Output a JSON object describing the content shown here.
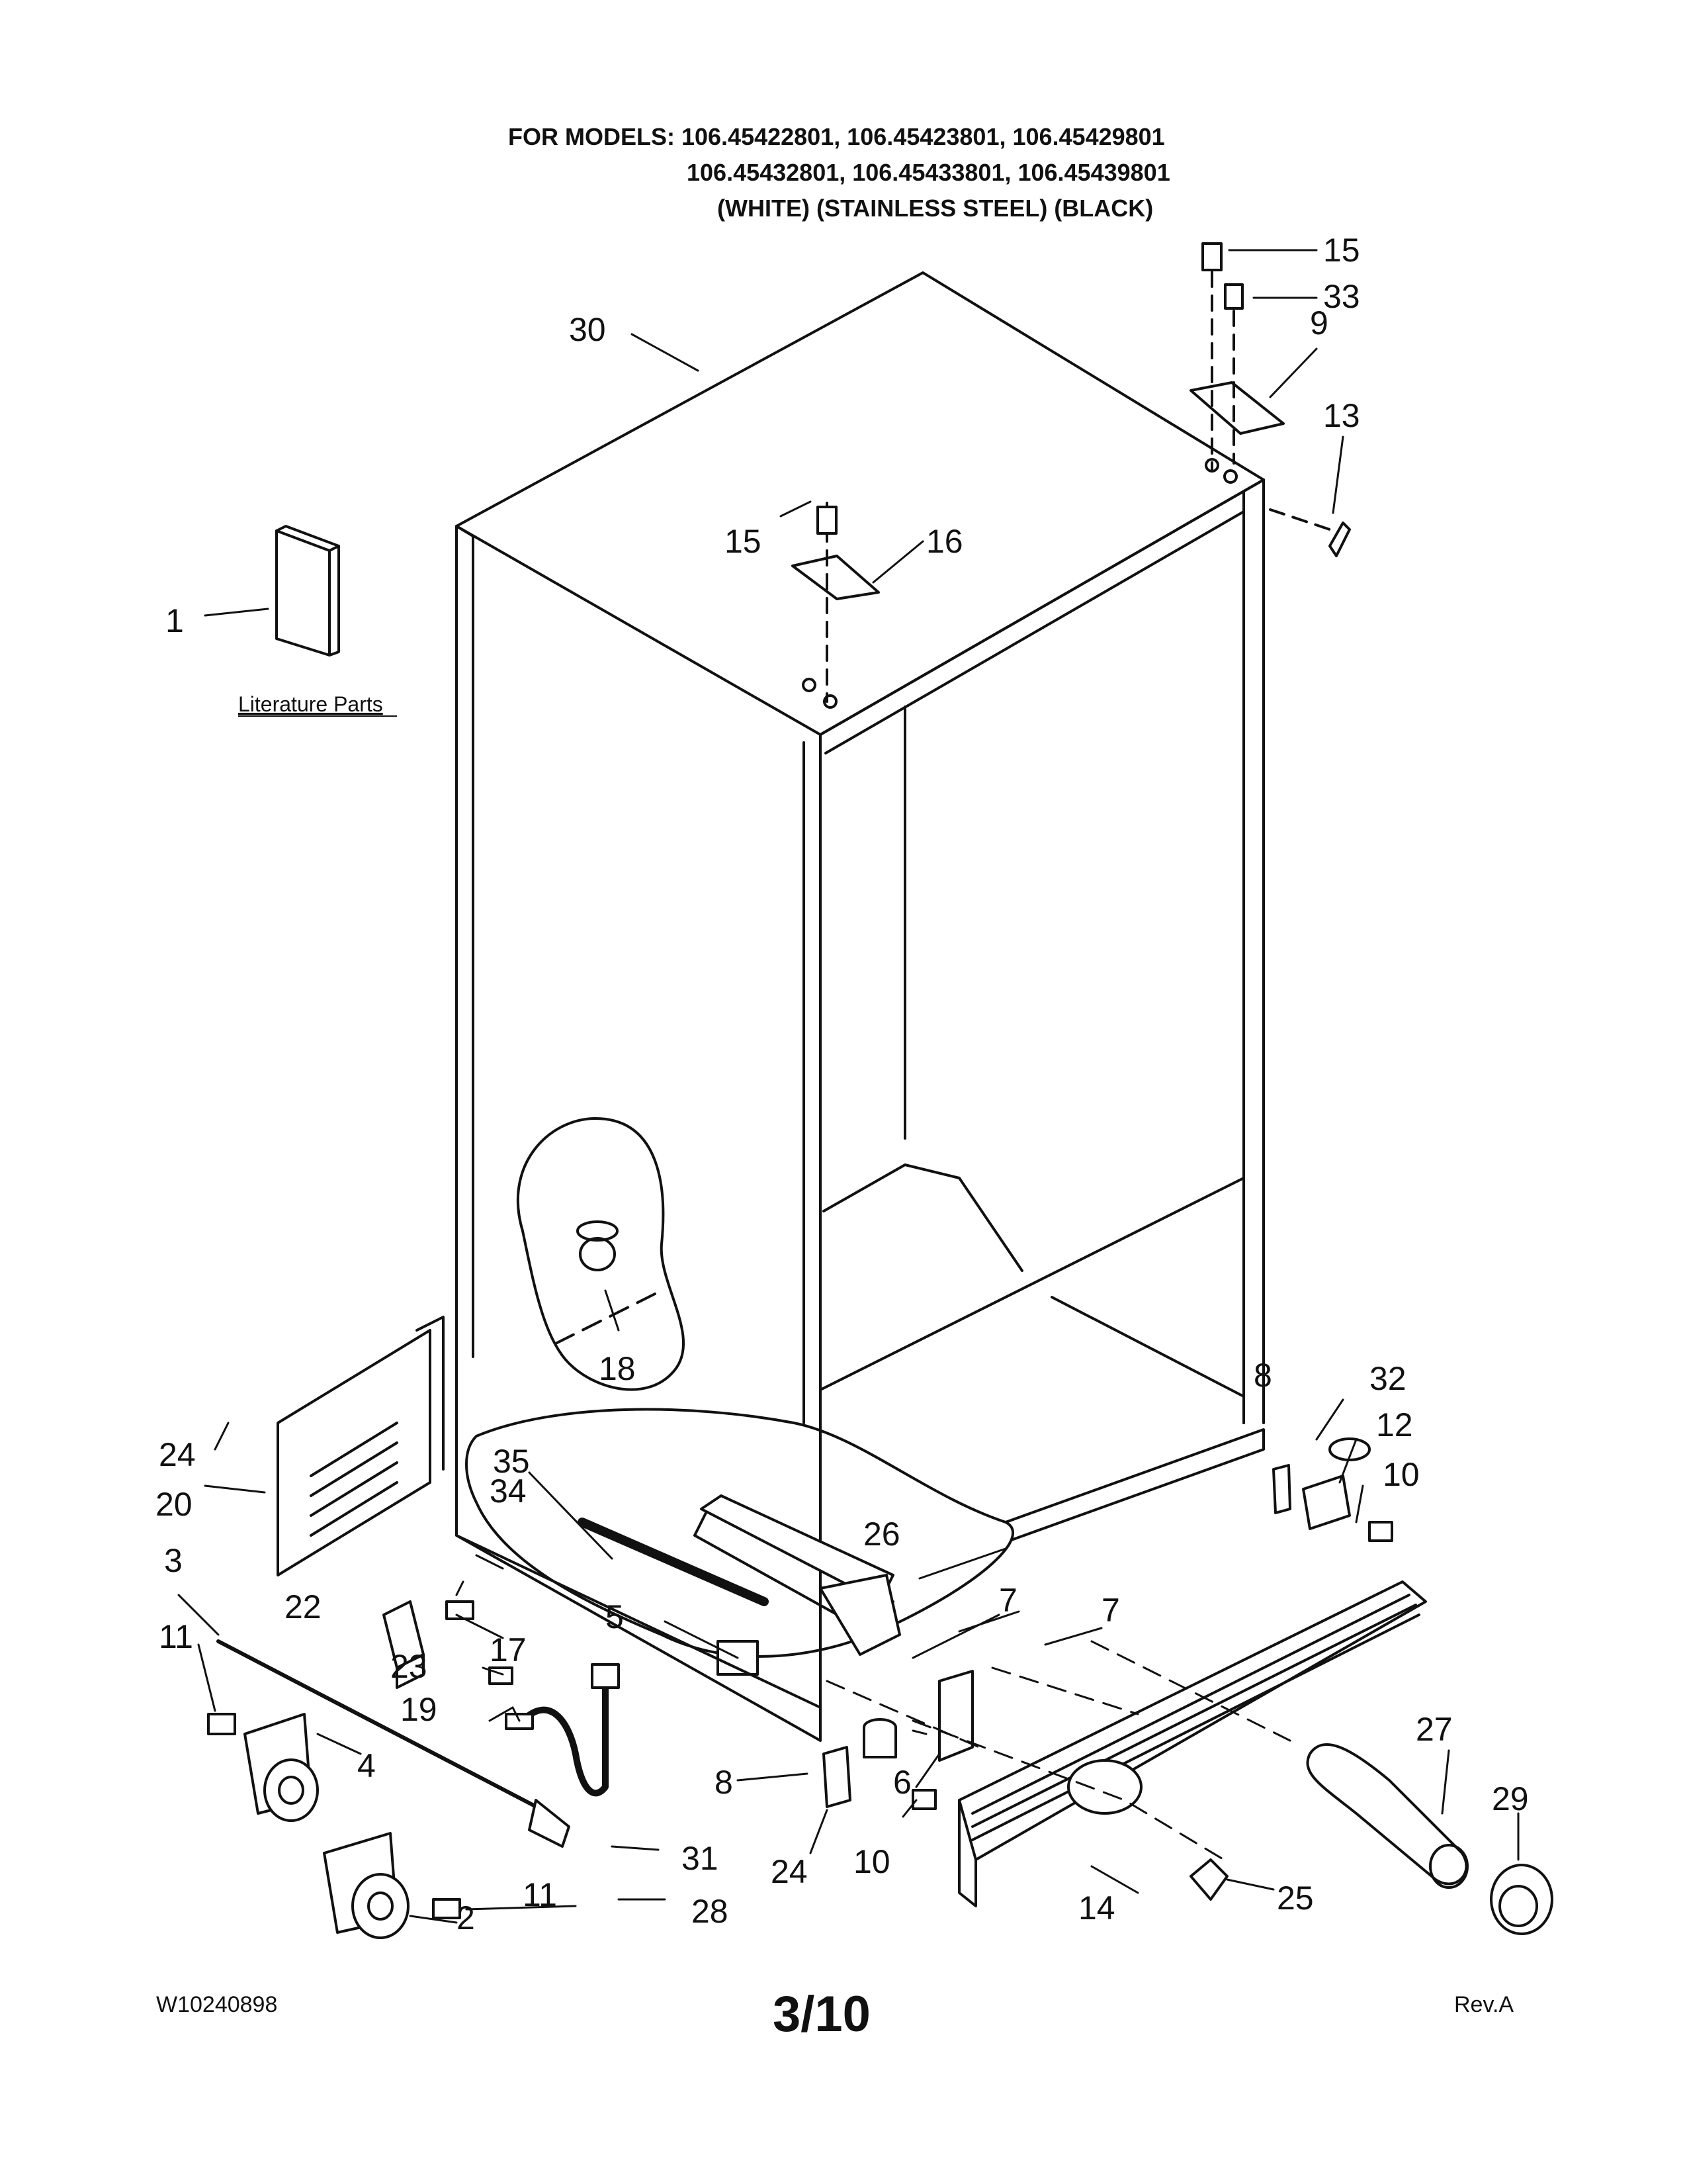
{
  "header": {
    "line1": "FOR MODELS: 106.45422801, 106.45423801, 106.45429801",
    "line2": "106.45432801, 106.45433801, 106.45439801",
    "line3": "(WHITE) (STAINLESS STEEL) (BLACK)"
  },
  "literature_label": "Literature Parts",
  "parts": [
    "1",
    "2",
    "3",
    "4",
    "5",
    "6",
    "7",
    "7",
    "8",
    "8",
    "9",
    "10",
    "10",
    "11",
    "11",
    "12",
    "13",
    "14",
    "15",
    "15",
    "16",
    "17",
    "18",
    "19",
    "20",
    "22",
    "23",
    "24",
    "24",
    "25",
    "26",
    "27",
    "28",
    "29",
    "30",
    "31",
    "32",
    "33",
    "34",
    "35"
  ],
  "footer": {
    "doc_number": "W10240898",
    "page": "3/10",
    "revision": "Rev.A"
  }
}
